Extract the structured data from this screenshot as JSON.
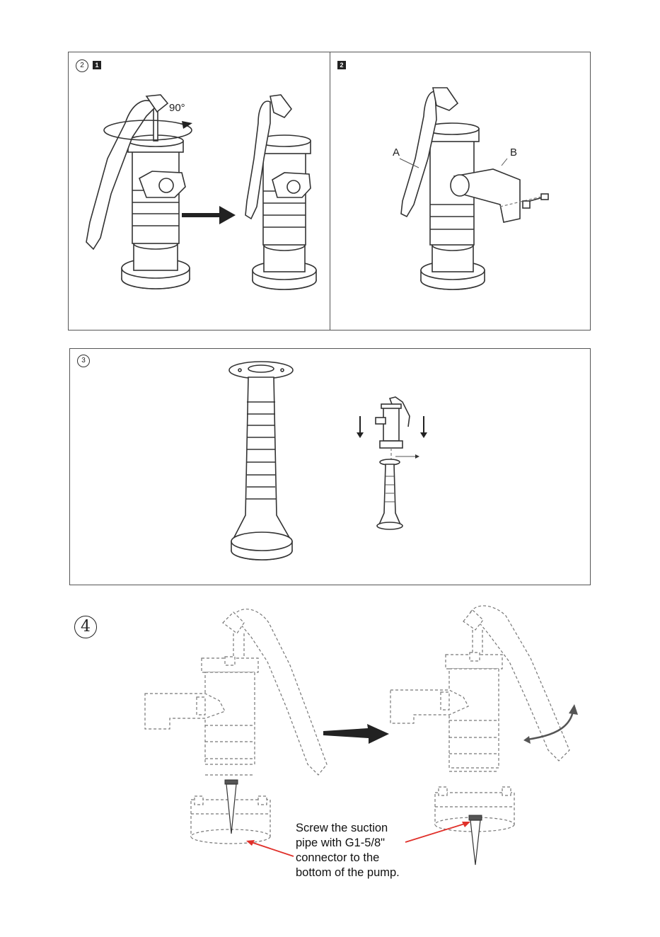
{
  "step2": {
    "circle_label": "2",
    "sub1": "1",
    "sub2": "2",
    "rotation_label": "90°",
    "part_a": "A",
    "part_b": "B"
  },
  "step3": {
    "circle_label": "3"
  },
  "step4": {
    "circle_label": "4",
    "instruction_lines": [
      "Screw the suction",
      "pipe with G1-5/8\"",
      "connector to the",
      "bottom of the pump."
    ]
  },
  "colors": {
    "frame": "#555555",
    "drawing": "#333333",
    "dashed": "#777777",
    "callout_arrow": "#e0302a"
  },
  "icons": {
    "rotate": "curved-rotate-arrow",
    "direction": "black-right-arrow",
    "press_down": "down-arrow"
  }
}
